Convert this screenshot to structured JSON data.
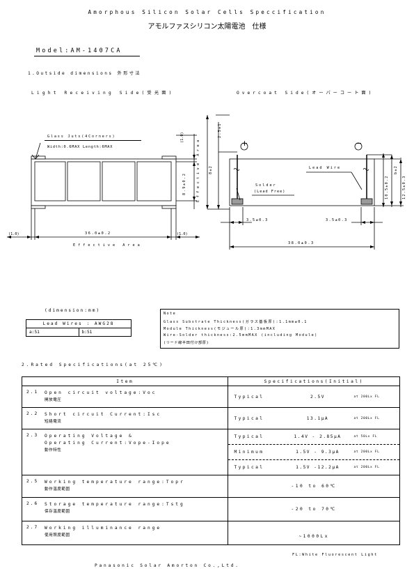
{
  "header": {
    "title_en": "Amorphous Silicon Solar Cells Speccification",
    "title_jp": "アモルファスシリコン太陽電池　仕様"
  },
  "model": "Model:AM-1407CA",
  "section1": {
    "heading": "1.Outside dimensions 外形寸法",
    "light_side": "Light Receiving Side(受光面)",
    "overcoat_side": "Overcoat Side(オーバーコート面)",
    "glass_juts": "Glass Juts(4Corners)",
    "width_length": "Width:0.6MAX  Length:6MAX",
    "dim_left_gap": "(1.0)",
    "dim_right_gap": "(1.0)",
    "dim_effective_width": "36.0±0.2",
    "effective_area": "Effective Area",
    "effective_area_vertical": "Effective Area",
    "dim_top_gap": "(1.0)",
    "dim_effective_height": "8.9±0.2",
    "dim_overcoat_height": "8±2",
    "dim_wire_top": "2.5±1",
    "dim_right_inner": "10.5±0.2",
    "dim_right_b": "b±2",
    "dim_right_outer": "12.5±0.3",
    "dim_pad_left": "3.5±0.3",
    "dim_pad_right": "3.5±0.3",
    "dim_total_width": "38.0±0.3",
    "lead_wire": "Lead Wire",
    "solder": "Solder",
    "lead_free": "(Lead Free)",
    "plus": "+",
    "minus": "−"
  },
  "dimension_unit": "(dimension:mm)",
  "lead_wires": {
    "label": "Lead Wires : AWG28",
    "a": "a:51",
    "b": "b:51"
  },
  "note": {
    "title": "Note",
    "line1": "Glass Substrate Thickness(ガラス基板厚):1.1mm±0.1",
    "line2": "Module Thickness(モジュール厚):1.3mmMAX",
    "line3": "Wire-Solder thickness:2.5mmMAX (including Module)",
    "line4": "(リード線半田付け部厚)"
  },
  "section2": {
    "heading": "2.Rated Specifications(at 25℃)",
    "col_item": "Item",
    "col_spec": "Specifications(Initial)",
    "rows": [
      {
        "num": "2.1",
        "item": "Open circuit voltage:Voc",
        "jp": "開放電圧",
        "specs": [
          {
            "type": "Typical",
            "value": "2.5V",
            "cond": "at 200Lx FL"
          }
        ]
      },
      {
        "num": "2.2",
        "item": "Short circuit Current:Isc",
        "jp": "短絡電流",
        "specs": [
          {
            "type": "Typical",
            "value": "13.1μA",
            "cond": "at 200Lx FL"
          }
        ]
      },
      {
        "num": "2.3",
        "item": "Operating Voltage &",
        "item2": "Operating Current:Vope-Iope",
        "jp": "動作特性",
        "specs": [
          {
            "type": "Typical",
            "value": "1.4V - 2.85μA",
            "cond": "at 50Lx FL"
          },
          {
            "type": "Minimum",
            "value": "1.5V - 9.3μA",
            "cond": "at 200Lx FL"
          },
          {
            "type": "Typical",
            "value": "1.5V -12.2μA",
            "cond": "at 200Lx FL"
          }
        ]
      },
      {
        "num": "2.5",
        "item": "Working temperature range:Topr",
        "jp": "動作温度範囲",
        "spec_text": "-10  to  60℃"
      },
      {
        "num": "2.6",
        "item": "Storage temperature range:Tstg",
        "jp": "保存温度範囲",
        "spec_text": "-20  to  70℃"
      },
      {
        "num": "2.7",
        "item": "Working illuminance range",
        "jp": "使用照度範囲",
        "spec_text": "~1000Lx"
      }
    ]
  },
  "footnote": "FL:White Fluorescent Light",
  "company": "Panasonic Solar Amorton Co.,Ltd."
}
